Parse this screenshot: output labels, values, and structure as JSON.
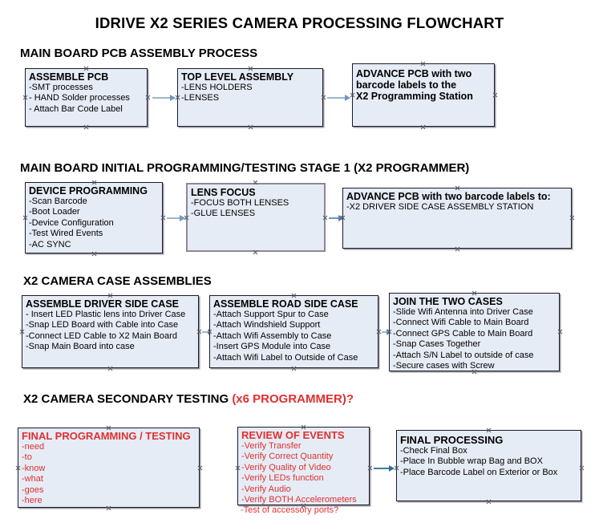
{
  "document": {
    "title": "IDRIVE X2  SERIES CAMERA PROCESSING FLOWCHART",
    "accent_box_fill": "#e6ecf5",
    "accent_red": "#e03030",
    "arrow_light": "#9bb6cc",
    "arrow_dark": "#3f7f99"
  },
  "sections": [
    {
      "heading": "MAIN BOARD PCB ASSEMBLY PROCESS",
      "heading_red": "",
      "boxes": [
        {
          "title": "ASSEMBLE PCB",
          "lines": [
            "-SMT processes",
            "- HAND Solder processes",
            "- Attach Bar Code Label"
          ]
        },
        {
          "title": "TOP LEVEL ASSEMBLY",
          "lines": [
            "-LENS HOLDERS",
            "-LENSES"
          ]
        },
        {
          "title": "ADVANCE PCB with two",
          "lines": [
            "barcode labels to the",
            " X2 Programming Station"
          ]
        }
      ]
    },
    {
      "heading": "MAIN BOARD INITIAL PROGRAMMING/TESTING STAGE 1 (X2 PROGRAMMER)",
      "heading_red": "",
      "boxes": [
        {
          "title": "DEVICE PROGRAMMING",
          "lines": [
            "-Scan Barcode",
            "-Boot Loader",
            "-Device Configuration",
            "-Test Wired Events",
            "-AC SYNC"
          ]
        },
        {
          "title": "LENS FOCUS",
          "lines": [
            "-FOCUS BOTH LENSES",
            "-GLUE LENSES"
          ]
        },
        {
          "title": "ADVANCE PCB with two barcode labels to:",
          "lines": [
            "-X2 DRIVER  SIDE  CASE  ASSEMBLY STATION"
          ]
        }
      ]
    },
    {
      "heading": "X2 CAMERA CASE ASSEMBLIES",
      "heading_red": "",
      "boxes": [
        {
          "title": "ASSEMBLE DRIVER SIDE CASE",
          "lines": [
            "- Insert LED Plastic lens into Driver Case",
            "-Snap LED Board with Cable into Case",
            "-Connect LED Cable to X2 Main Board",
            "-Snap Main Board into case"
          ]
        },
        {
          "title": "ASSEMBLE ROAD SIDE CASE",
          "lines": [
            "-Attach Support Spur to Case",
            "-Attach Windshield Support",
            "-Attach Wifi Assembly to Case",
            "-Insert GPS Module into Case",
            "-Attach Wifi Label to Outside of Case"
          ]
        },
        {
          "title": "JOIN THE TWO CASES",
          "lines": [
            "-Slide Wifi Antenna into Driver Case",
            "-Connect Wifi Cable to Main Board",
            "-Connect GPS Cable to Main Board",
            "-Snap Cases Together",
            "-Attach S/N Label to outside of case",
            "-Secure cases with Screw"
          ]
        }
      ]
    },
    {
      "heading": "X2 CAMERA SECONDARY TESTING ",
      "heading_red": "(x6 PROGRAMMER)?",
      "boxes": [
        {
          "title": "FINAL PROGRAMMING / TESTING",
          "lines": [
            "-need",
            "-to",
            "-know",
            "-what",
            "-goes",
            "-here"
          ]
        },
        {
          "title": "REVIEW OF EVENTS",
          "lines": [
            "-Verify Transfer",
            "-Verify Correct Quantity",
            "-Verify Quality of Video",
            "-Verify LEDs function",
            "-Verify Audio",
            "-Verify BOTH Accelerometers"
          ],
          "overflow_line": "-Test of accessory ports?"
        },
        {
          "title": "FINAL PROCESSING",
          "lines": [
            " -Check Final Box",
            "-Place In Bubble wrap Bag and BOX",
            "-Place Barcode Label on Exterior or Box"
          ]
        }
      ]
    }
  ]
}
